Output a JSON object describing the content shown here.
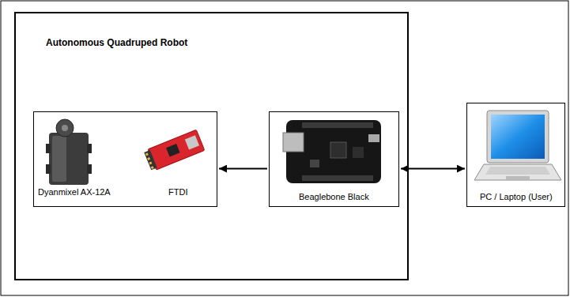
{
  "diagram": {
    "nodes": [
      {
        "text": [
          "Autonomous Quadruped Robot"
        ]
      },
      {
        "text": [
          "Dyanmixel AX-12A",
          "FTDI"
        ],
        "in": 0
      },
      {
        "text": [
          "Beaglebone Black"
        ],
        "in": 0
      },
      {
        "text": [
          "PC / Laptop (User)"
        ]
      }
    ],
    "edges": [
      {
        "from": 2,
        "to": 1,
        "arrow": "to"
      },
      {
        "from": 2,
        "to": 3,
        "arrow": "both"
      }
    ]
  }
}
